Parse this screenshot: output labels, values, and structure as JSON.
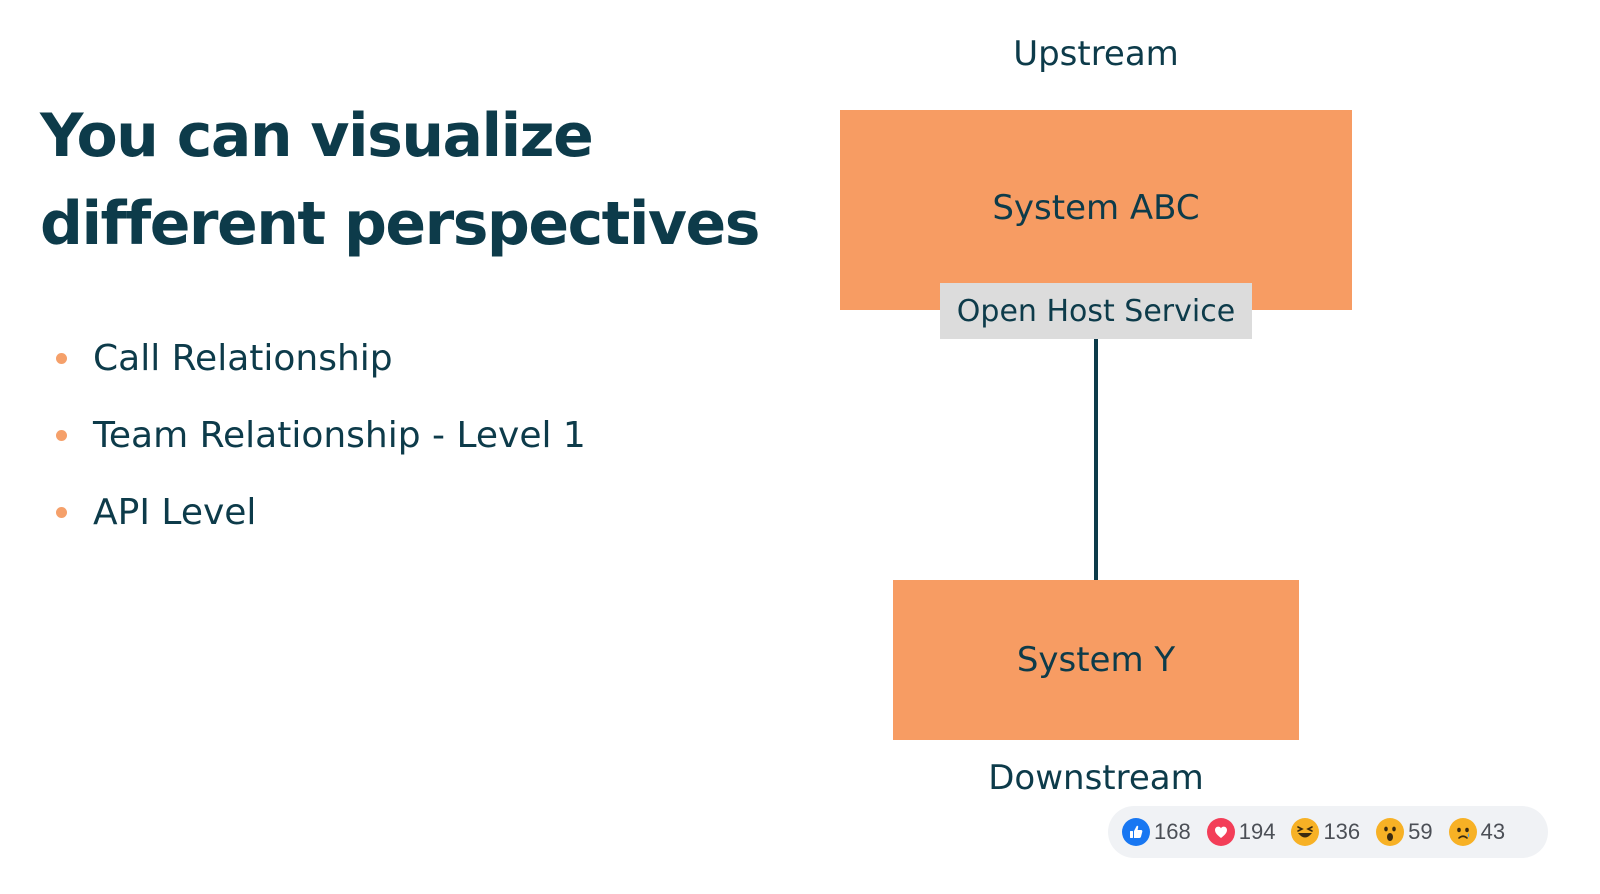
{
  "slide": {
    "title_lines": [
      "You can visualize",
      "different perspectives"
    ],
    "bullets": [
      {
        "text": "Call Relationship"
      },
      {
        "text": "Team Relationship - Level 1"
      },
      {
        "text": "API Level"
      }
    ]
  },
  "diagram": {
    "upstream_label": "Upstream",
    "downstream_label": "Downstream",
    "upstream_system": "System ABC",
    "interface_label": "Open Host Service",
    "downstream_system": "System Y",
    "colors": {
      "box": "#f79c63",
      "interface": "#dcdcdc",
      "text": "#0d3b4a",
      "bullet": "#f5a06a"
    }
  },
  "reactions": [
    {
      "icon": "like-icon",
      "count": "168"
    },
    {
      "icon": "love-icon",
      "count": "194"
    },
    {
      "icon": "haha-icon",
      "count": "136"
    },
    {
      "icon": "wow-icon",
      "count": "59"
    },
    {
      "icon": "sad-icon",
      "count": "43"
    }
  ]
}
